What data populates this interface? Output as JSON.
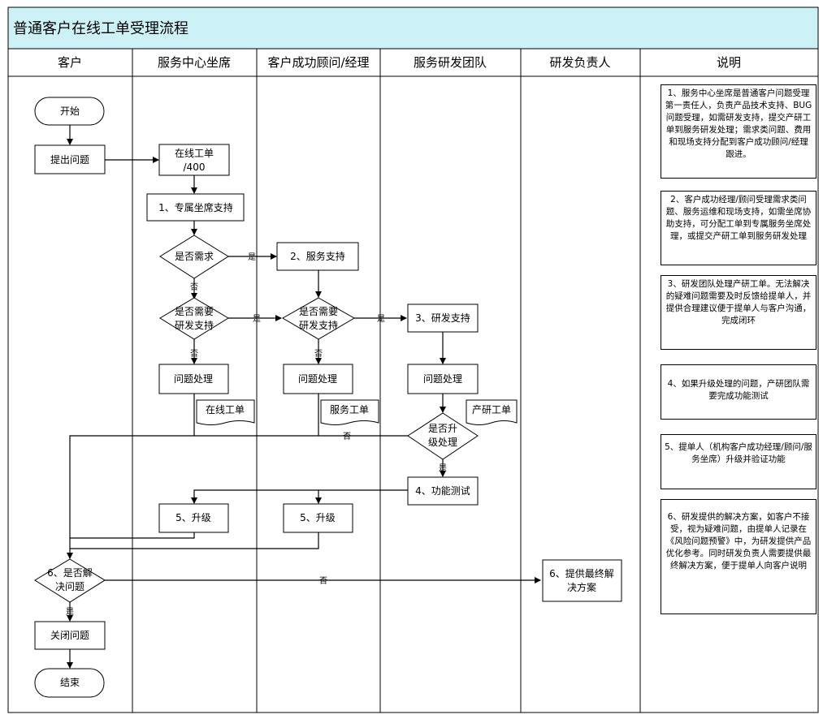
{
  "title": "普通客户在线工单受理流程",
  "lanes": [
    "客户",
    "服务中心坐席",
    "客户成功顾问/经理",
    "服务研发团队",
    "研发负责人",
    "说明"
  ],
  "nodes": {
    "start": "开始",
    "raise_issue": "提出问题",
    "online_ticket_1": "在线工单",
    "online_ticket_2": "/400",
    "dedicated_support": "1、专属坐席支持",
    "is_demand": "是否需求",
    "service_support": "2、服务支持",
    "need_rd_a_1": "是否需要",
    "need_rd_a_2": "研发支持",
    "need_rd_b_1": "是否需要",
    "need_rd_b_2": "研发支持",
    "rd_support": "3、研发支持",
    "handle_1": "问题处理",
    "handle_2": "问题处理",
    "handle_3": "问题处理",
    "doc_online": "在线工单",
    "doc_service": "服务工单",
    "doc_rd": "产研工单",
    "need_upgrade_1": "是否升",
    "need_upgrade_2": "级处理",
    "func_test": "4、功能测试",
    "upgrade_1": "5、升级",
    "upgrade_2": "5、升级",
    "resolved_1": "6、是否解",
    "resolved_2": "决问题",
    "final_solution_1": "6、提供最终解",
    "final_solution_2": "决方案",
    "close_issue": "关闭问题",
    "end": "结束"
  },
  "labels": {
    "yes": "是",
    "no": "否"
  },
  "notes": [
    "1、服务中心坐席是普通客户问题受理第一责任人，负责产品技术支持、BUG问题受理，如需研发支持，提交产研工单到服务研发处理；需求类问题、费用和现场支持分配到客户成功顾问/经理跟进。",
    "2、客户成功经理/顾问受理需求类问题、服务运维和现场支持，如需坐席协助支持，可分配工单到专属服务坐席处理，或提交产研工单到服务研发处理",
    "3、研发团队处理产研工单。无法解决的疑难问题需要及时反馈给提单人，并提供合理建议便于提单人与客户沟通，完成闭环",
    "4、如果升级处理的问题，产研团队需要完成功能测试",
    "5、提单人（机构客户成功经理/顾问/服务坐席）升级并验证功能",
    "6、研发提供的解决方案，如客户不接受，视为疑难问题，由提单人记录在《风险问题预警》中，为研发提供产品优化参考。同时研发负责人需要提供最终解决方案，便于提单人向客户说明"
  ],
  "colors": {
    "title_bg": "#ccf2f8",
    "line": "#000000",
    "shape_fill": "#ffffff"
  }
}
